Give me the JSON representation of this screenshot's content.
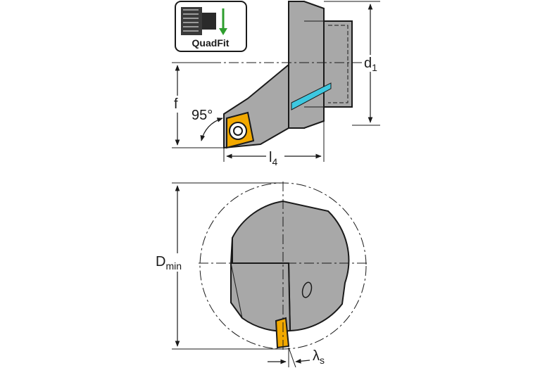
{
  "badge": {
    "text": "QuadFit",
    "icon": "quadfit-coupling-icon",
    "arrow_color": "#2e9e2e"
  },
  "labels": {
    "angle": "95°",
    "f": "f",
    "d1_main": "d",
    "d1_sub": "1",
    "l4_main": "l",
    "l4_sub": "4",
    "dmin_main": "D",
    "dmin_sub": "min",
    "lambda_main": "λ",
    "lambda_sub": "s"
  },
  "colors": {
    "tool_body": "#a8a8a8",
    "tool_shade": "#8c8c8c",
    "insert": "#f2a900",
    "coolant": "#3ec8e0",
    "outline": "#1a1a1a"
  }
}
